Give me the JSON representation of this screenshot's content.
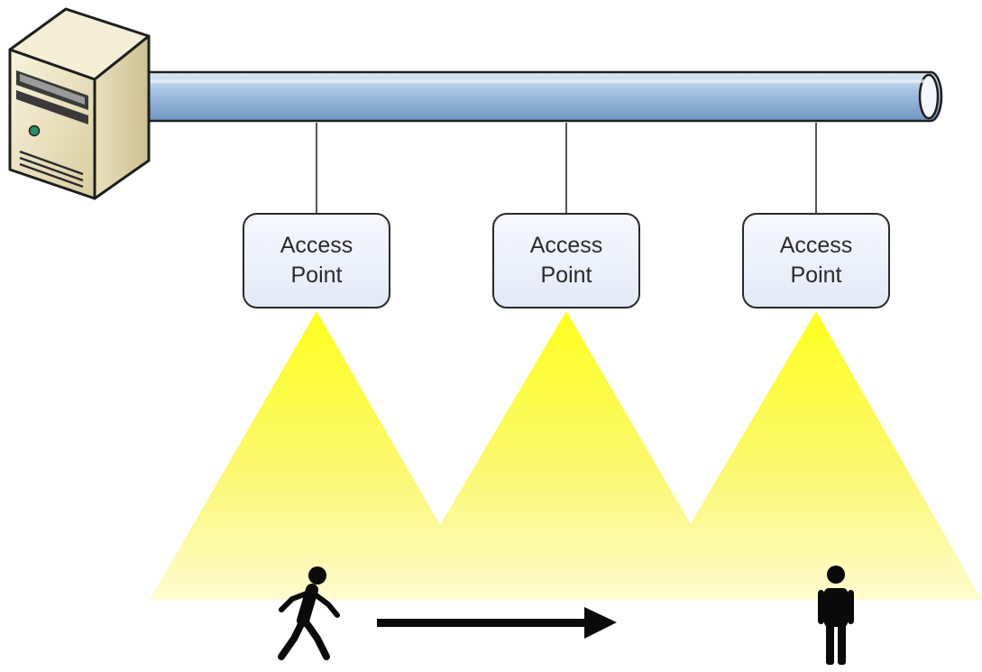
{
  "access_points": [
    {
      "line1": "Access",
      "line2": "Point"
    },
    {
      "line1": "Access",
      "line2": "Point"
    },
    {
      "line1": "Access",
      "line2": "Point"
    }
  ],
  "icons": {
    "server": "server-icon",
    "backbone": "network-cable",
    "walking_person": "walking-person-icon",
    "standing_person": "standing-person-icon",
    "direction": "arrow-right-icon"
  },
  "colors": {
    "cable": "#9fbedc",
    "coverage": "#ffff20",
    "box_fill": "#e8edf8",
    "server": "#e6dcb8"
  }
}
